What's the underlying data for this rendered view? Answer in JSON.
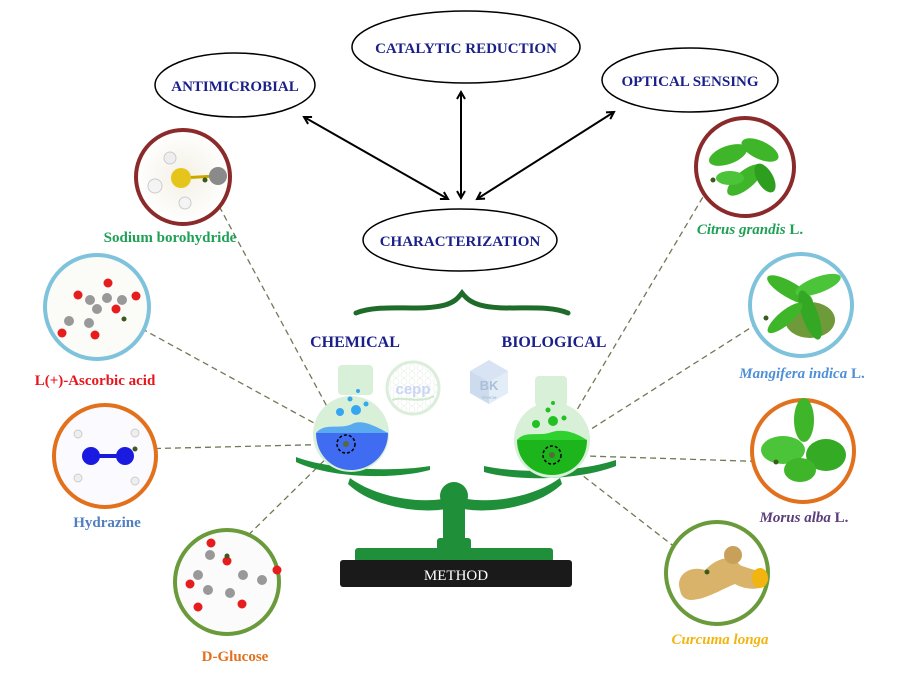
{
  "applications": {
    "antimicrobial": "ANTIMICROBIAL",
    "catalytic_reduction": "CATALYTIC REDUCTION",
    "optical_sensing": "OPTICAL SENSING",
    "characterization": "CHARACTERIZATION"
  },
  "methods": {
    "chemical": "CHEMICAL",
    "biological": "BIOLOGICAL",
    "base_label": "METHOD"
  },
  "logos": {
    "cepp": "cepp",
    "bk": "BK",
    "bk_sub": "TP.HCM"
  },
  "chemical_agents": [
    {
      "name": "Sodium borohydride",
      "color": "#1fa055",
      "ring": "#8b2a2a"
    },
    {
      "name": "L(+)-Ascorbic acid",
      "color": "#e8161c",
      "ring": "#7ec3db"
    },
    {
      "name": "Hydrazine",
      "color": "#4f7fc0",
      "ring": "#e2711d"
    },
    {
      "name": "D-Glucose",
      "color": "#e2711d",
      "ring": "#6a9a3a"
    }
  ],
  "biological_agents": [
    {
      "name_italic": "Citrus grandis",
      "suffix": " L.",
      "color": "#1fa055",
      "ring": "#8b2a2a"
    },
    {
      "name_italic": "Mangifera indica",
      "suffix": " L.",
      "color": "#4f8fd8",
      "ring": "#7ec3db"
    },
    {
      "name_italic": "Morus alba",
      "suffix": " L.",
      "color": "#5a3d7a",
      "ring": "#e2711d"
    },
    {
      "name_italic": "Curcuma longa",
      "suffix": "",
      "color": "#f2b40f",
      "ring": "#6a9a3a"
    }
  ],
  "colors": {
    "oval_text": "#1a1f8a",
    "scale_green": "#1f8f3a",
    "chemical_liquid": "#3f6cf0",
    "biological_liquid": "#1cb51c",
    "base_black": "#1a1a1a",
    "connector": "#6e7a55"
  }
}
